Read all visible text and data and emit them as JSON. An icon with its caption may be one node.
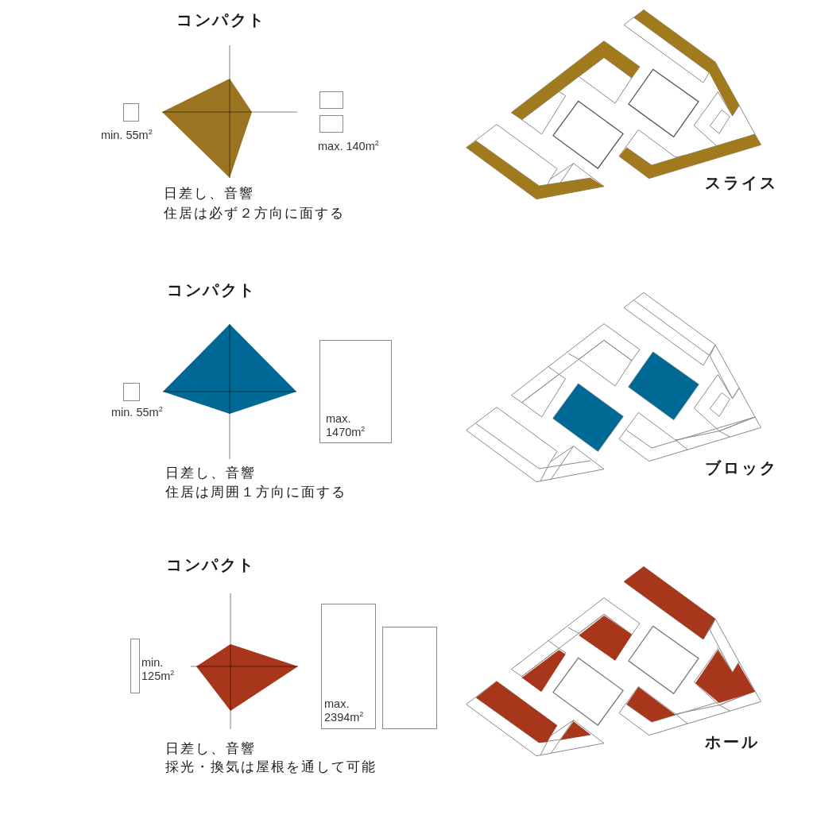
{
  "diagram": {
    "nodes": [
      {
        "text": [
          "min. 55m$^{2}$"
        ]
      },
      {
        "text": [],
        "shape": "box"
      },
      {
        "text": [
          "max. 140m$^{2}$"
        ]
      },
      {
        "text": [
          "min. 55m$^{2}$"
        ]
      },
      {
        "text": [
          "max. 1470m$^{2}$"
        ]
      },
      {
        "text": [
          "min. 125m$^{2}$"
        ]
      },
      {
        "text": [
          "max. 2394m$^{2}$"
        ]
      },
      {
        "text": [],
        "shape": "box"
      }
    ],
    "labels": [
      "コンパクト",
      "日差し、音響",
      "住居は必ず２方向に面する",
      "スライス",
      "コンパクト",
      "日差し、音響",
      "住居は周囲１方向に面する",
      "ブロック",
      "コンパクト",
      "日差し、音響",
      "採光・換気は屋根を通して可能",
      "ホール"
    ]
  }
}
